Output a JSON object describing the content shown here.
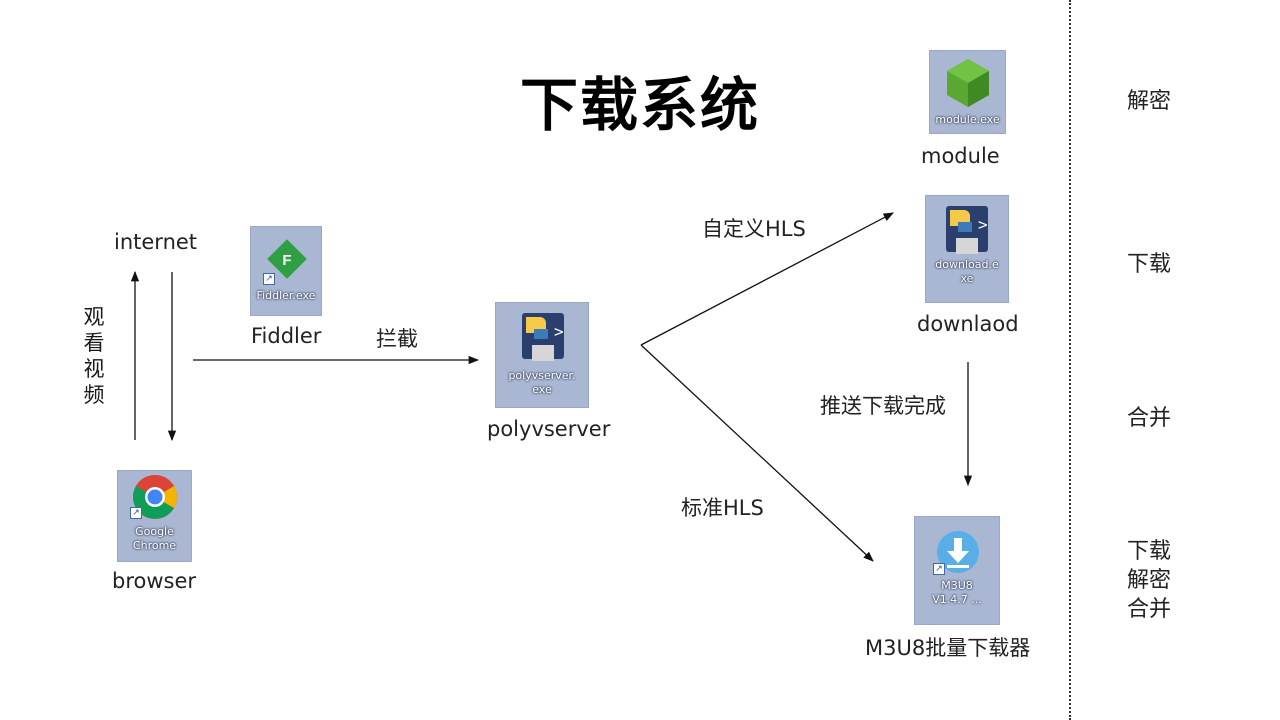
{
  "title": "下载系统",
  "nodes": {
    "internet": "internet",
    "browser": "browser",
    "fiddler": "Fiddler",
    "polyvserver": "polyvserver",
    "module": "module",
    "download": "downlaod",
    "m3u8": "M3U8批量下载器"
  },
  "icon_captions": {
    "chrome": [
      "Google",
      "Chrome"
    ],
    "fiddler": "Fiddler.exe",
    "polyvserver": [
      "polyvserver.",
      "exe"
    ],
    "module": "module.exe",
    "download": [
      "download.e",
      "xe"
    ],
    "m3u8": [
      "M3U8",
      "V1.4.7 ..."
    ]
  },
  "edges": {
    "watch_video": [
      "观",
      "看",
      "视",
      "频"
    ],
    "intercept": "拦截",
    "custom_hls": "自定义HLS",
    "standard_hls": "标准HLS",
    "push_done": "推送下载完成"
  },
  "side": {
    "decrypt": "解密",
    "download": "下载",
    "merge": "合并",
    "all": [
      "下载",
      "解密",
      "合并"
    ]
  },
  "colors": {
    "tile": "#a9b7d3",
    "fiddler_green": "#2ea043",
    "module_green": "#5aa832",
    "m3u8_blue": "#5aaee8"
  },
  "icons": [
    "chrome-icon",
    "fiddler-icon",
    "python-exe-icon",
    "node-module-icon",
    "download-arrow-icon"
  ]
}
